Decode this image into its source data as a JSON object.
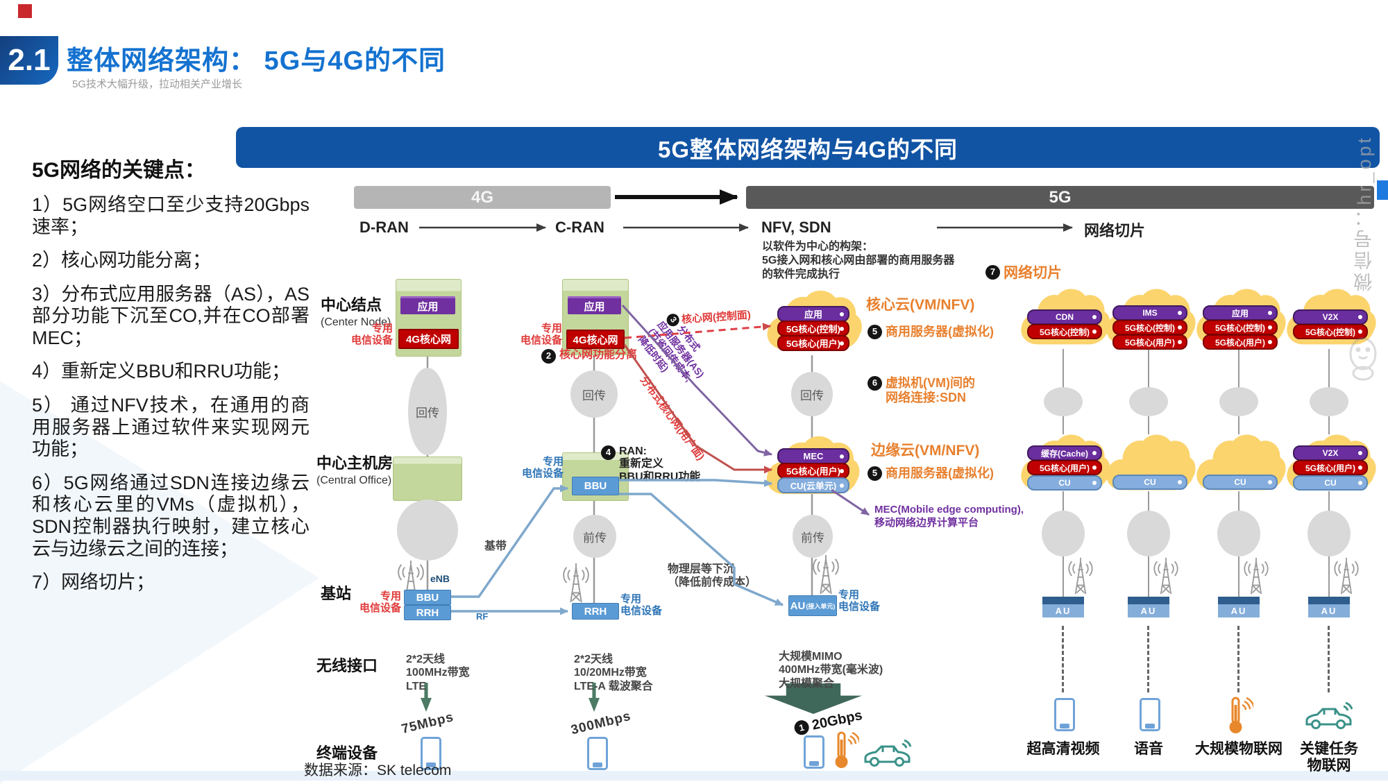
{
  "header": {
    "badge": "2.1",
    "title": "整体网络架构： 5G与4G的不同",
    "subtitle": "5G技术大幅升级，拉动相关产业增长"
  },
  "left_panel": {
    "heading": "5G网络的关键点：",
    "points": [
      "1）5G网络空口至少支持20Gbps速率；",
      "2）核心网功能分离；",
      "3）分布式应用服务器（AS），AS部分功能下沉至CO,并在CO部署MEC；",
      "4）重新定义BBU和RRU功能；",
      "5） 通过NFV技术，在通用的商用服务器上通过软件来实现网元功能；",
      "6）5G网络通过SDN连接边缘云和核心云里的VMs（虚拟机），SDN控制器执行映射，建立核心云与边缘云之间的连接；",
      "7）网络切片；"
    ]
  },
  "banner": {
    "title": "5G整体网络架构与4G的不同"
  },
  "timeline": {
    "gen4": "4G",
    "gen5": "5G"
  },
  "stages": {
    "dran": "D-RAN",
    "cran": "C-RAN",
    "nfv": "NFV, SDN",
    "slicing": "网络切片"
  },
  "rows": {
    "center_node": "中心结点",
    "center_node_en": "(Center Node)",
    "central_office": "中心主机房",
    "central_office_en": "(Central Office)",
    "base_station": "基站",
    "air_interface": "无线接口",
    "terminal": "终端设备"
  },
  "labels": {
    "dedicated": "专用\n电信设备",
    "app": "应用",
    "core4g": "4G核心网",
    "backhaul": "回传",
    "fronthaul": "前传",
    "bbu": "BBU",
    "rrh": "RRH",
    "enb": "eNB",
    "baseband": "基带",
    "rf": "RF",
    "au": "AU",
    "au_sub": "(接入单元)"
  },
  "dran": {
    "air1": "2*2天线",
    "air2": "100MHz带宽",
    "air3": "LTE",
    "speed": "75Mbps"
  },
  "cran": {
    "note2_num": "2",
    "note2": "核心网功能分离",
    "note4_num": "4",
    "note4_title": "RAN:",
    "note4_l1": "重新定义",
    "note4_l2": "BBU和RRU功能",
    "air1": "2*2天线",
    "air2": "10/20MHz带宽",
    "air3": "LTE-A 载波聚合",
    "speed": "300Mbps"
  },
  "nfv": {
    "headline": "NFV, SDN",
    "desc1": "以软件为中心的构架：",
    "desc2": "5G接入网和核心网由部署的商用服务器",
    "desc3": "的软件完成执行",
    "ctrl_plane": "核心网(控制面)",
    "user_plane": "分布式核心网(用户面)",
    "as_num": "3",
    "as_l1": "分布式",
    "as_l2": "应用服务器(AS)",
    "as_l3": "(节省回传成本,",
    "as_l4": "降低时延)",
    "core_pill1": "应用",
    "core_pill2": "5G核心(控制)",
    "core_pill3": "5G核心(用户)",
    "core_label": "核心云(VM/NFV)",
    "server_num": "5",
    "server_note": "商用服务器(虚拟化)",
    "vm_num": "6",
    "vm_l1": "虚拟机(VM)间的",
    "vm_l2": "网络连接:SDN",
    "edge_pill1": "MEC",
    "edge_pill2": "5G核心(用户)",
    "edge_pill3": "CU(云单元)",
    "edge_label": "边缘云(VM/NFV)",
    "mec_l1": "MEC(Mobile edge computing),",
    "mec_l2": "移动网络边界计算平台",
    "phy_l1": "物理层等下沉",
    "phy_l2": "（降低前传成本）",
    "air1": "大规模MIMO",
    "air2": "400MHz带宽(毫米波)",
    "air3": "大规模聚合",
    "speed_num": "1",
    "speed": "20Gbps"
  },
  "slicing": {
    "title_num": "7",
    "title": "网络切片",
    "columns": [
      {
        "label": "超高清视频",
        "device": "phone",
        "au": "AU",
        "core_pills": [
          {
            "text": "CDN",
            "type": "purple"
          },
          {
            "text": "5G核心(控制)",
            "type": "red"
          }
        ],
        "edge_pills": [
          {
            "text": "缓存(Cache)",
            "type": "purple"
          },
          {
            "text": "5G核心(用户)",
            "type": "red"
          },
          {
            "text": "CU",
            "type": "blue"
          }
        ]
      },
      {
        "label": "语音",
        "device": "phone",
        "au": "AU",
        "core_pills": [
          {
            "text": "IMS",
            "type": "purple"
          },
          {
            "text": "5G核心(控制)",
            "type": "red"
          },
          {
            "text": "5G核心(用户)",
            "type": "red"
          }
        ],
        "edge_pills": [
          {
            "text": "CU",
            "type": "blue"
          }
        ]
      },
      {
        "label": "大规模物联网",
        "device": "iot",
        "au": "AU",
        "core_pills": [
          {
            "text": "应用",
            "type": "purple"
          },
          {
            "text": "5G核心(控制)",
            "type": "red"
          },
          {
            "text": "5G核心(用户)",
            "type": "red"
          }
        ],
        "edge_pills": [
          {
            "text": "CU",
            "type": "blue"
          }
        ]
      },
      {
        "label": "关键任务\n物联网",
        "device": "car",
        "au": "AU",
        "core_pills": [
          {
            "text": "V2X",
            "type": "purple"
          },
          {
            "text": "5G核心(控制)",
            "type": "red"
          }
        ],
        "edge_pills": [
          {
            "text": "V2X",
            "type": "purple"
          },
          {
            "text": "5G核心(用户)",
            "type": "red"
          },
          {
            "text": "CU",
            "type": "blue"
          }
        ]
      }
    ]
  },
  "footer": {
    "source": "数据来源：SK telecom"
  },
  "watermark": {
    "text": "微信号：hr_opt"
  },
  "colors": {
    "accent_blue": "#1472d0",
    "banner_blue": "#1254a4",
    "orange": "#e8802e",
    "core_red": "#c00000",
    "purple": "#7030a0"
  }
}
